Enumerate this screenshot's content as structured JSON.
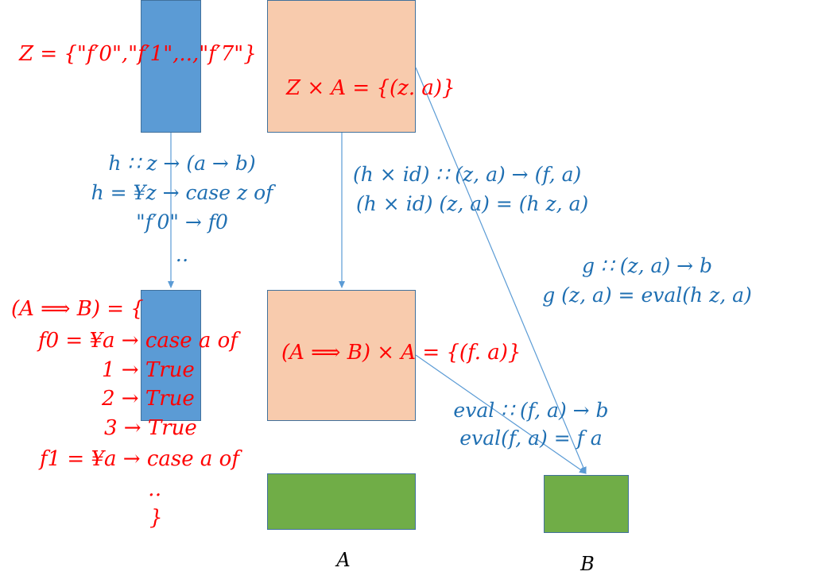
{
  "labels": {
    "z_set": "Z = {\"f′0\",\"f′1\",..,\"f′7\"}",
    "z_times_a": "Z × A = {(z. a)}",
    "h_type": "h ∷ z → (a → b)",
    "h_def": "h = ¥z → case z of",
    "h_case": "\"f′0\" → f0",
    "h_dots": "‥",
    "hid_type": "(h × id) ∷ (z, a) → (f, a)",
    "hid_def": "(h × id) (z, a) = (h z, a)",
    "g_type": "g ∷ (z, a) → b",
    "g_def": "g (z, a) = eval(h z, a)",
    "exp_open": "(A ⟹ B) = {",
    "f0_def": "f0 = ¥a → case a of",
    "case1": "1  → True",
    "case2": "2  → True",
    "case3": "3 → True",
    "f1_def": "f1 = ¥a → case a of",
    "exp_dots": "‥",
    "exp_close": "}",
    "exp_times_a": "(A ⟹ B) × A = {(f. a)}",
    "eval_type": "eval ∷ (f, a) → b",
    "eval_def": "eval(f, a) = f a",
    "obj_a": "A",
    "obj_b": "B"
  },
  "colors": {
    "blue_box": "#5b9bd5",
    "peach_box": "#f8cbad",
    "green_box": "#70ad47",
    "red_text": "#ff0000",
    "blue_text": "#1f6fb2",
    "arrow": "#5b9bd5"
  }
}
